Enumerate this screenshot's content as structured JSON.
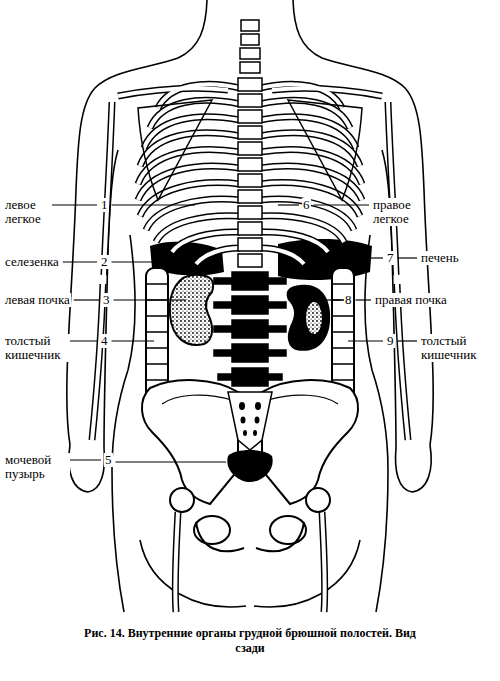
{
  "diagram": {
    "caption": "Рис. 14. Внутренние органы грудной брюшной полостей. Вид сзади",
    "labels": [
      "левое легкое",
      "1",
      "6",
      "правое легкое",
      "селезенка",
      "2",
      "7",
      "печень",
      "левая почка",
      "3",
      "8",
      "правая почка",
      "толстый кишечник",
      "4",
      "9",
      "толстый кишечник",
      "мочевой пузырь",
      "5"
    ]
  }
}
